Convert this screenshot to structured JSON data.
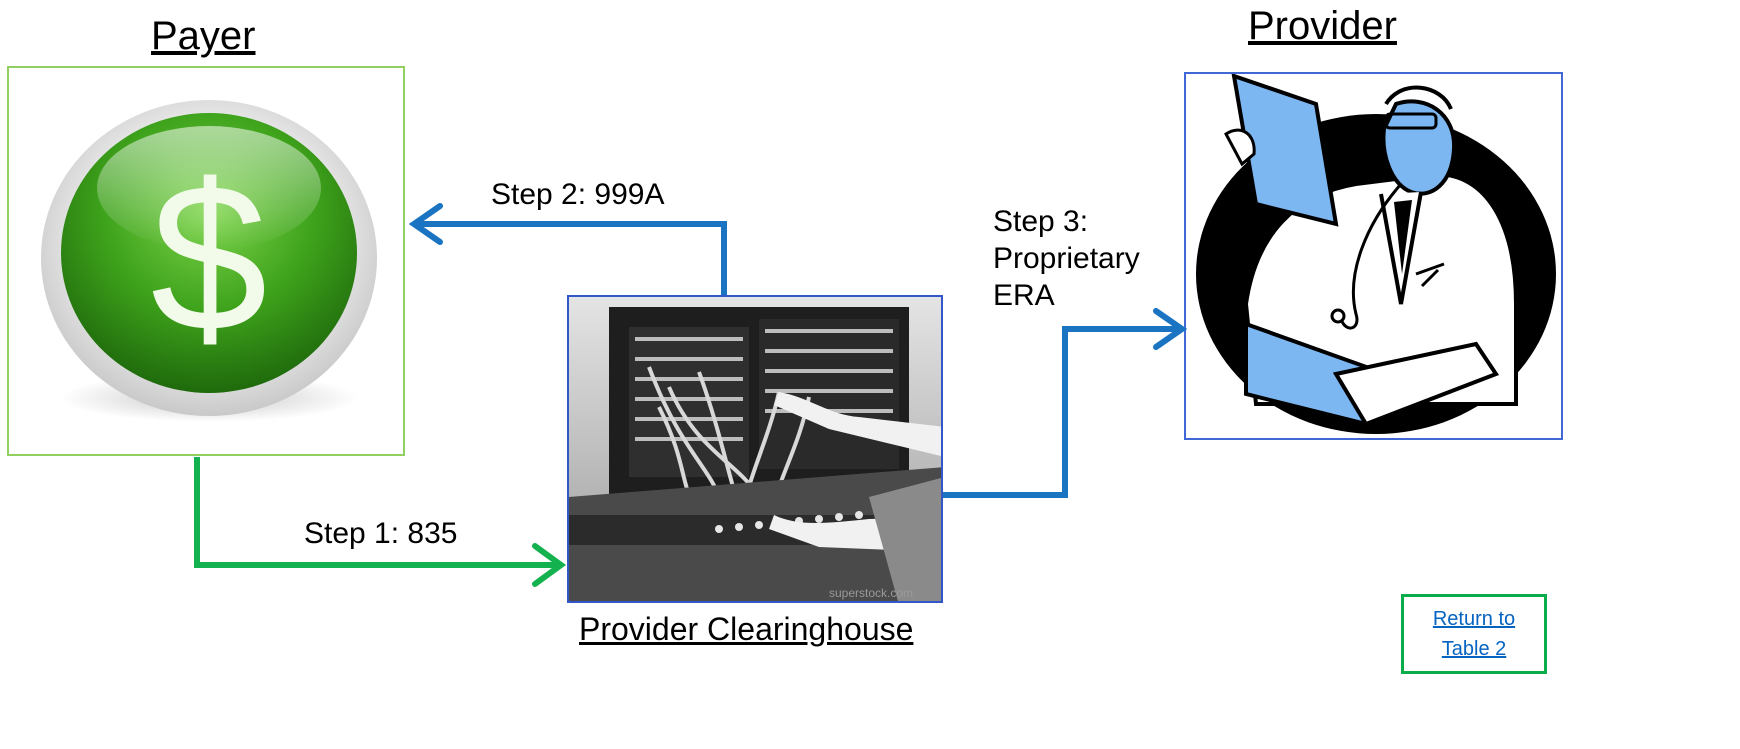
{
  "nodes": {
    "payer": {
      "title": "Payer"
    },
    "provider": {
      "title": "Provider"
    },
    "clearinghouse": {
      "title": "Provider Clearinghouse"
    }
  },
  "steps": {
    "step1": "Step 1: 835",
    "step2": "Step 2: 999A",
    "step3": [
      "Step 3:",
      "Proprietary",
      "ERA"
    ]
  },
  "return_link": {
    "label": "Return to Table 2"
  },
  "colors": {
    "payer_box_border": "#8fd060",
    "blue_box_border": "#4169d6",
    "green_arrow": "#14b14f",
    "blue_arrow": "#1a74c2",
    "return_border": "#0aad49",
    "link": "#0563c1"
  },
  "icons": {
    "payer": "dollar-coin-icon",
    "clearinghouse": "switchboard-operator-image",
    "provider": "doctor-with-laptop-illustration"
  }
}
